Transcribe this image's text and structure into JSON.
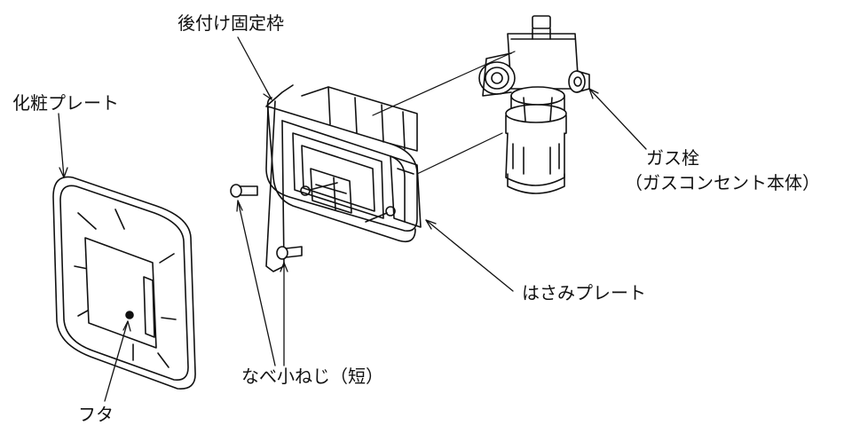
{
  "labels": {
    "rear_frame": "後付け固定枠",
    "cosmetic_plate": "化粧プレート",
    "gas_valve": "ガス栓",
    "gas_outlet_body": "（ガスコンセント本体）",
    "clamp_plate": "はさみプレート",
    "pan_screw": "なべ小ねじ（短）",
    "lid": "フタ"
  },
  "colors": {
    "line": "#111111",
    "background": "#ffffff",
    "shade": "#d9d9d9"
  }
}
